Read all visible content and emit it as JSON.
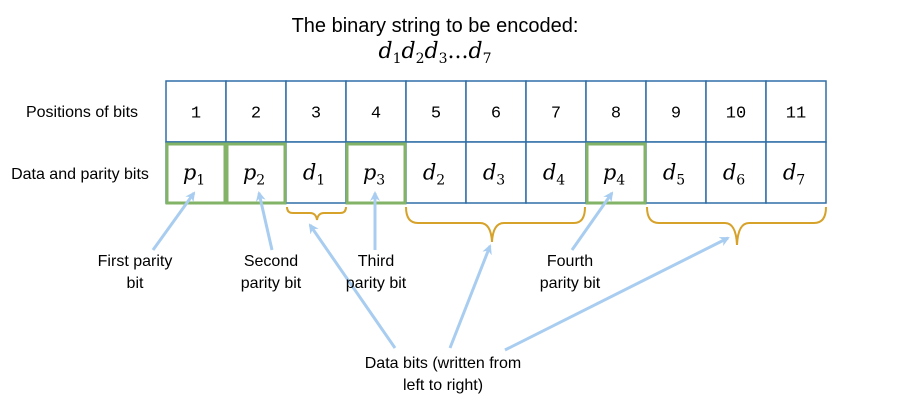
{
  "title": {
    "line1": "The binary string to be encoded:",
    "line2_base": "d",
    "line2_first_sub": "1",
    "line2_second_sub": "2",
    "line2_third_sub": "3",
    "line2_ellipsis": "...",
    "line2_last_sub": "7"
  },
  "row_labels": {
    "positions": "Positions of bits",
    "data_parity": "Data and parity bits"
  },
  "positions": [
    "1",
    "2",
    "3",
    "4",
    "5",
    "6",
    "7",
    "8",
    "9",
    "10",
    "11"
  ],
  "bits": [
    {
      "letter": "p",
      "sub": "1",
      "kind": "parity"
    },
    {
      "letter": "p",
      "sub": "2",
      "kind": "parity"
    },
    {
      "letter": "d",
      "sub": "1",
      "kind": "data"
    },
    {
      "letter": "p",
      "sub": "3",
      "kind": "parity"
    },
    {
      "letter": "d",
      "sub": "2",
      "kind": "data"
    },
    {
      "letter": "d",
      "sub": "3",
      "kind": "data"
    },
    {
      "letter": "d",
      "sub": "4",
      "kind": "data"
    },
    {
      "letter": "p",
      "sub": "4",
      "kind": "parity"
    },
    {
      "letter": "d",
      "sub": "5",
      "kind": "data"
    },
    {
      "letter": "d",
      "sub": "6",
      "kind": "data"
    },
    {
      "letter": "d",
      "sub": "7",
      "kind": "data"
    }
  ],
  "annotations": {
    "first_parity_line1": "First parity",
    "first_parity_line2": "bit",
    "second_parity_line1": "Second",
    "second_parity_line2": "parity bit",
    "third_parity_line1": "Third",
    "third_parity_line2": "parity bit",
    "fourth_parity_line1": "Fourth",
    "fourth_parity_line2": "parity bit",
    "data_bits_line1": "Data bits (written from",
    "data_bits_line2": "left to right)"
  },
  "colors": {
    "cell_border": "#2f6fa7",
    "parity_border": "#82b366",
    "brace": "#d6a22a",
    "arrow": "#a8cdf0"
  }
}
